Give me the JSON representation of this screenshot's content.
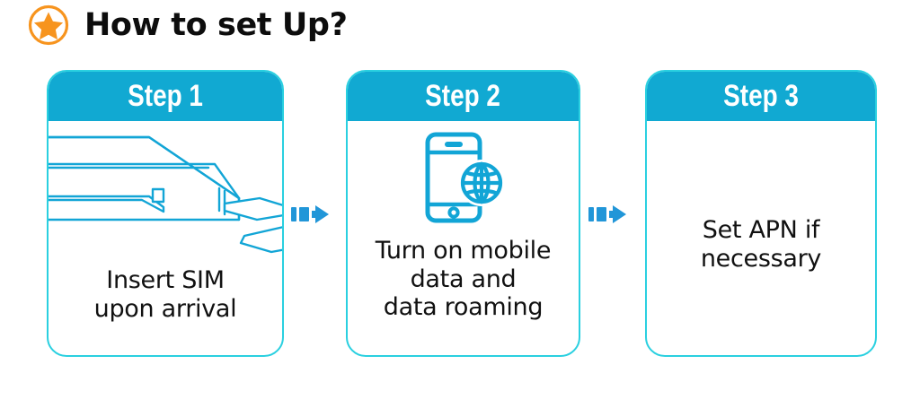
{
  "header": {
    "title": "How to set Up?",
    "badge_icon": "star-icon",
    "badge_color": "#F7941E"
  },
  "theme": {
    "header_fill": "#11A9D2",
    "card_border": "#2AD0E0",
    "line_art": "#12A5D6",
    "arrow_color": "#2196D8",
    "text_color": "#111111",
    "accent_orange": "#F7941E"
  },
  "flow": {
    "steps": [
      {
        "header": "Step 1",
        "caption_lines": [
          "Insert SIM",
          "upon arrival"
        ],
        "illustration": "sim-tray-icon"
      },
      {
        "header": "Step 2",
        "caption_lines": [
          "Turn on mobile",
          "data and",
          "data roaming"
        ],
        "illustration": "phone-globe-icon"
      },
      {
        "header": "Step 3",
        "caption_lines": [
          "Set APN if",
          "necessary"
        ],
        "illustration": "none"
      }
    ],
    "connectors": [
      {
        "icon": "arrow-right-icon"
      },
      {
        "icon": "arrow-right-icon"
      }
    ]
  }
}
